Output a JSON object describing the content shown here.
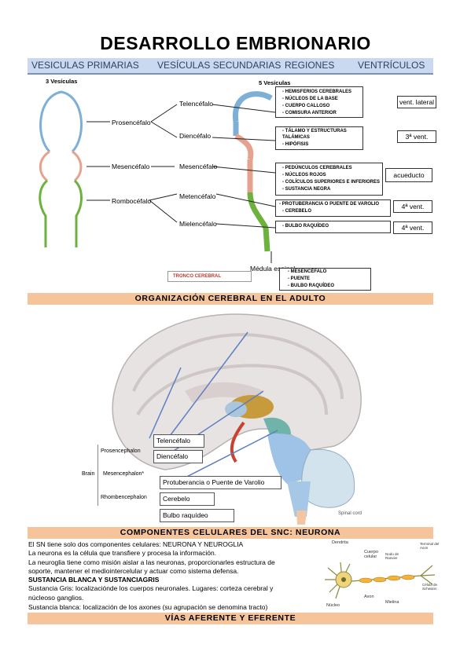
{
  "title": "DESARROLLO EMBRIONARIO",
  "header": {
    "c1": "VESICULAS PRIMARIAS",
    "c2": "VESÍCULAS SECUNDARIAS",
    "c3": "REGIONES",
    "c4": "VENTRÍCULOS"
  },
  "diagram": {
    "left_title": "3 Vesículas",
    "right_title": "5 Vesículas",
    "prosen": "Prosencéfalo",
    "meso1": "Mesencéfalo",
    "rombo": "Rombocéfalo",
    "telen": "Telencéfalo",
    "dien": "Diencéfalo",
    "meso2": "Mesencéfalo",
    "meten": "Metencéfalo",
    "mielen": "Mielencéfalo",
    "medula": "Médula espinal",
    "tronco": "TRONCO CEREBRAL",
    "r1a": "HEMISFERIOS CEREBRALES",
    "r1b": "NÚCLEOS DE LA BASE",
    "r1c": "CUERPO CALLOSO",
    "r1d": "COMISURA ANTERIOR",
    "r2a": "TÁLAMO Y ESTRUCTURAS TALÁMICAS",
    "r2b": "HIPÓFISIS",
    "r3a": "PEDÚNCULOS CEREBRALES",
    "r3b": "NÚCLEOS ROJOS",
    "r3c": "COLÍCULOS SUPERIORES E INFERIORES",
    "r3d": "SUSTANCIA NEGRA",
    "r4a": "PROTUBERANCIA O PUENTE DE VAROLIO",
    "r4b": "CEREBELO",
    "r5a": "BULBO RAQUÍDEO",
    "t1": "MESENCÉFALO",
    "t2": "PUENTE",
    "t3": "BULBO RAQUÍDEO",
    "v1": "vent. lateral",
    "v2": "3ª vent.",
    "v3": "acueducto",
    "v4": "4ª vent.",
    "v5": "4ª vent."
  },
  "band1": "ORGANIZACIÓN CEREBRAL EN EL ADULTO",
  "brain": {
    "brain": "Brain",
    "prosencephalon": "Prosencephalon",
    "mesencephalon": "Mesencephalon*",
    "rhombencephalon": "Rhombencephalon",
    "telen": "Telencéfalo",
    "dien": "Diencéfalo",
    "protu": "Protuberancia o Puente de Varolio",
    "cereb": "Cerebelo",
    "bulbo": "Bulbo raquídeo",
    "spinal": "Spinal cord"
  },
  "band2": "COMPONENTES CELULARES DEL SNC: NEURONA",
  "text": {
    "l1": "El SN tiene solo dos componentes celulares: NEURONA Y NEUROGLIA",
    "l2": "La neurona es la célula que transfiere y procesa la información.",
    "l3": "La neuroglia tiene como misión aislar a las neuronas, proporcionarles estructura de",
    "l4": "soporte, mantener el mediointercelular y actuar como sistema defensa.",
    "l5": "SUSTANCIA BLANCA Y SUSTANCIAGRIS",
    "l6": "Sustancia Gris: localizaciónde los cuerpos neuronales. Lugares: corteza cerebral y",
    "l7": "núcleoso ganglios.",
    "l8": "Sustancia blanca: localización de los axones (su agrupación se denomina tracto)"
  },
  "neuron": {
    "dendrita": "Dendrita",
    "cuerpo": "Cuerpo celular",
    "nodo": "Nodo de Ranvier",
    "terminal": "Terminal del Axon",
    "schwann": "Célula de Schwann",
    "nucleo": "Núcleo",
    "axon": "Axon",
    "mielina": "Mielina"
  },
  "band3": "VÍAS AFERENTE Y EFERENTE"
}
